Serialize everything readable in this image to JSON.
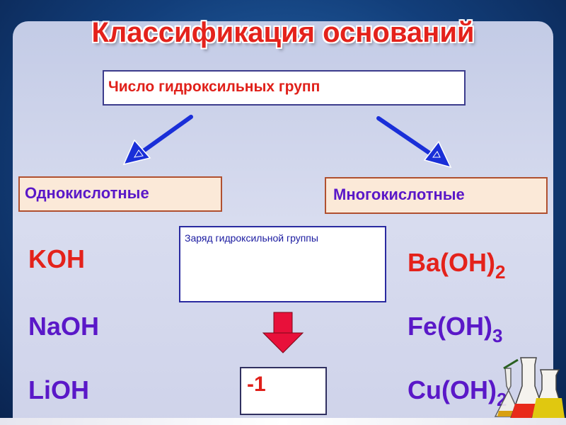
{
  "title": "Классификация оснований",
  "criterion": "Число гидроксильных групп",
  "categories": {
    "left": "Однокислотные",
    "right": "Многокислотные"
  },
  "charge_box": {
    "label": "Заряд гидроксильной группы",
    "value": "-1"
  },
  "left_formulas": [
    "KOH",
    "NaOH",
    "LiOH"
  ],
  "right_formulas": [
    {
      "base": "Ba(OH)",
      "sub": "2"
    },
    {
      "base": "Fe(OH)",
      "sub": "3"
    },
    {
      "base": "Cu(OH)",
      "sub": "2"
    }
  ],
  "colors": {
    "title": "#e4221b",
    "accent_red": "#e0201a",
    "accent_purple": "#5a18c8",
    "arrow_blue": "#1a2fd8",
    "arrow_down": "#e8103a"
  },
  "icons": [
    "arrow-down-left-icon",
    "arrow-down-right-icon",
    "arrow-down-icon",
    "lab-flasks-icon"
  ]
}
